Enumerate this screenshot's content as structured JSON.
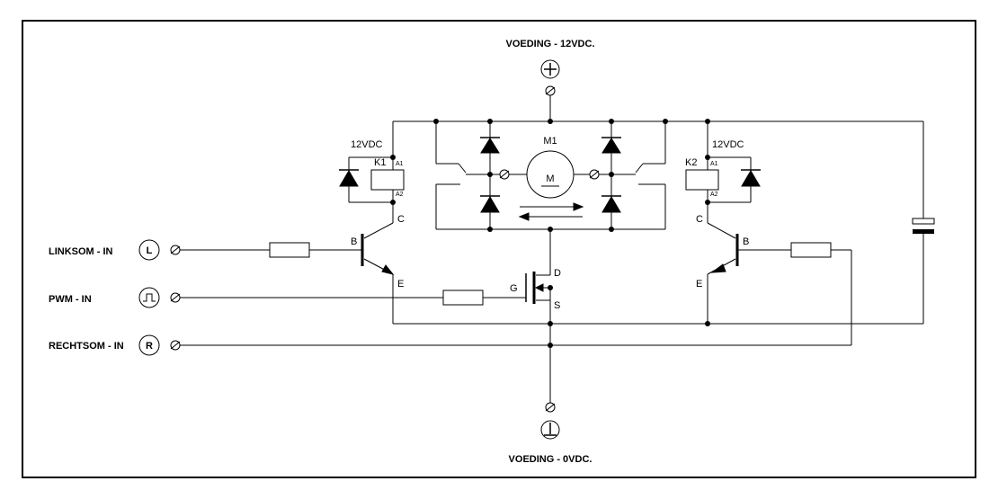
{
  "supply": {
    "top_label": "VOEDING - 12VDC.",
    "bottom_label": "VOEDING - 0VDC."
  },
  "motor": {
    "label": "M1",
    "symbol": "M"
  },
  "relays": {
    "k1": {
      "label": "K1",
      "voltage": "12VDC",
      "pin_a1": "A1",
      "pin_a2": "A2"
    },
    "k2": {
      "label": "K2",
      "voltage": "12VDC",
      "pin_a1": "A1",
      "pin_a2": "A2"
    }
  },
  "transistors": {
    "left": {
      "b": "B",
      "c": "C",
      "e": "E"
    },
    "right": {
      "b": "B",
      "c": "C",
      "e": "E"
    }
  },
  "mosfet": {
    "g": "G",
    "d": "D",
    "s": "S"
  },
  "inputs": {
    "linksom": {
      "label": "LINKSOM - IN",
      "badge": "L"
    },
    "pwm": {
      "label": "PWM - IN"
    },
    "rechtsom": {
      "label": "RECHTSOM - IN",
      "badge": "R"
    }
  }
}
